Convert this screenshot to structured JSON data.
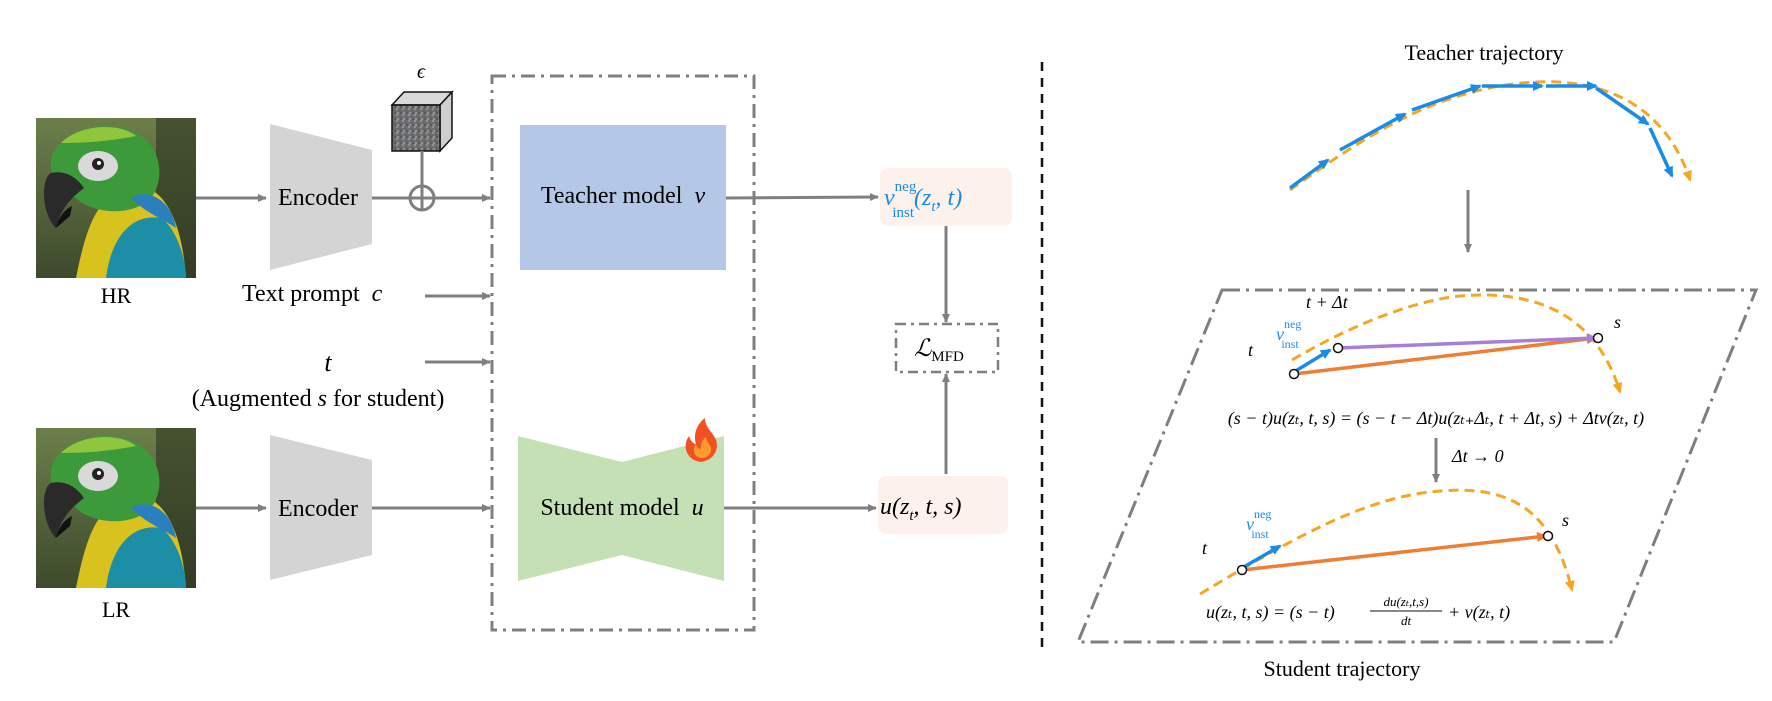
{
  "colors": {
    "arrow_gray": "#7f7f7f",
    "encoder_gray": "#d4d4d4",
    "teacher_blue": "#b4c7e7",
    "student_green": "#c5e0b4",
    "output_bg": "#fdf1ec",
    "accent_blue": "#1a8ce8",
    "orange": "#ef7d32",
    "traj_orange": "#f5a623",
    "purple": "#a580d4",
    "flame": "#f25022"
  },
  "left": {
    "hr_label": "HR",
    "lr_label": "LR",
    "encoder_top": "Encoder",
    "encoder_bottom": "Encoder",
    "epsilon": "ϵ",
    "text_prompt_label": "Text prompt",
    "text_prompt_var": "c",
    "t_var": "t",
    "augmented_prefix": "(Augmented ",
    "augmented_var": "s",
    "augmented_suffix": " for student)",
    "teacher_label": "Teacher model",
    "teacher_var": "v",
    "student_label": "Student model",
    "student_var": "u",
    "v_inst": "v",
    "v_inst_sup": "neg",
    "v_inst_sub": "inst",
    "v_inst_args": "(z",
    "v_inst_args_sub": "t",
    "v_inst_args_end": ", t)",
    "u_out": "u(z",
    "u_out_sub": "t",
    "u_out_end": ", t, s)",
    "loss_symbol": "ℒ",
    "loss_sub": "MFD",
    "icons": [
      "parrot-image-hr",
      "parrot-image-lr",
      "noise-cube-icon",
      "plus-circle-icon",
      "flame-icon"
    ]
  },
  "right": {
    "teacher_traj_title": "Teacher trajectory",
    "student_traj_title": "Student trajectory",
    "t_plus_dt": "t + Δt",
    "t_label": "t",
    "s_label": "s",
    "v_label": "v",
    "v_sup": "neg",
    "v_sub": "inst",
    "eq1": "(s − t)u(zₜ, t, s) = (s − t − Δt)u(zₜ₊Δₜ, t + Δt, s) + Δtv(zₜ, t)",
    "limit": "Δt → 0",
    "eq2_lhs": "u(zₜ, t, s) = (s − t)",
    "eq2_num": "du(zₜ,t,s)",
    "eq2_den": "dt",
    "eq2_rhs": "+ v(zₜ, t)"
  }
}
